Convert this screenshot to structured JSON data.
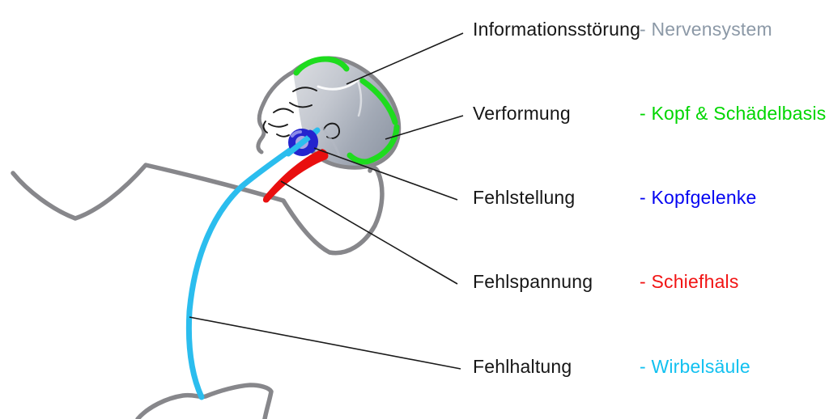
{
  "diagram": {
    "description": "infant-profile-osteopathy-diagram",
    "rows": [
      {
        "term": "Informationsstörung",
        "target": "- Nervensystem",
        "target_color": "#8C99A7"
      },
      {
        "term": "Verformung",
        "target": "- Kopf & Schädelbasis",
        "target_color": "#00D600"
      },
      {
        "term": "Fehlstellung",
        "target": "- Kopfgelenke",
        "target_color": "#0404F2"
      },
      {
        "term": "Fehlspannung",
        "target": "- Schiefhals",
        "target_color": "#F11414"
      },
      {
        "term": "Fehlhaltung",
        "target": "- Wirbelsäule",
        "target_color": "#12C1F0"
      }
    ],
    "illustration": {
      "subject": "infant lying on back, head in profile",
      "colors": {
        "body_outline": "#87878B",
        "skull_green": "#1EDC1E",
        "head_joint_blue": "#2424CE",
        "head_joint_inner": "#ABA6E3",
        "neck_muscle_red": "#E90F0F",
        "spine_cyan": "#2BBDEE",
        "connector_line": "#1A1A1A",
        "skull_shade_light": "#D9DCE0",
        "skull_shade_dark": "#939BA8"
      }
    }
  }
}
